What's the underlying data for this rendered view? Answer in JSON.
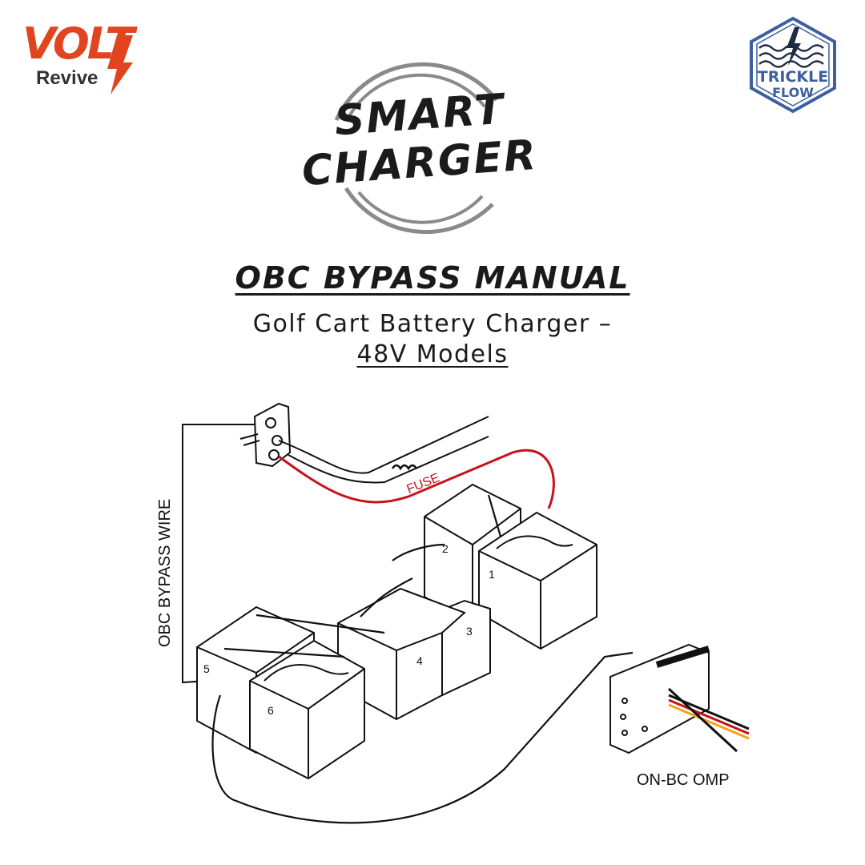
{
  "brand": {
    "volt_word": "VOLT",
    "revive_word": "Revive",
    "trickle_word": "TRICKLE",
    "flow_word": "FLOW",
    "colors": {
      "volt_red": "#e0451f",
      "trickle_blue": "#3d5fa0"
    }
  },
  "hero": {
    "line1": "SMART",
    "line2": "CHARGER"
  },
  "heading": {
    "title": "OBC BYPASS MANUAL",
    "subtitle_line1": "Golf Cart Battery Charger –",
    "subtitle_line2": "48V Models"
  },
  "diagram": {
    "bypass_label": "OBC BYPASS WIRE",
    "fuse_label": "FUSE",
    "obc_label": "ON-BC OMP",
    "battery_numbers": [
      "1",
      "2",
      "3",
      "4",
      "5",
      "6"
    ],
    "colors": {
      "positive_wire": "#c8121b",
      "line": "#111111"
    }
  }
}
